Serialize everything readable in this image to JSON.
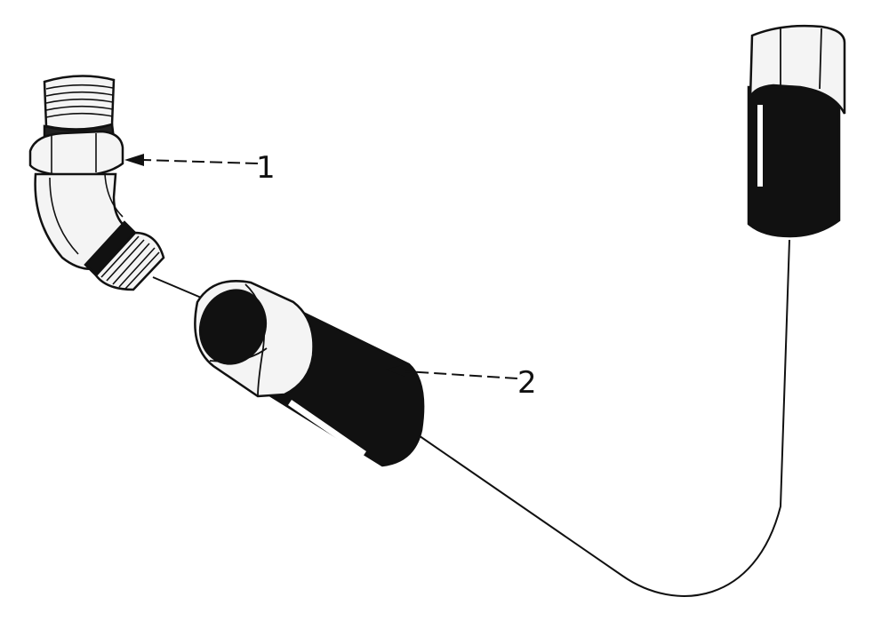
{
  "diagram": {
    "callouts": [
      {
        "id": "1",
        "label": "1",
        "part": "elbow-fitting"
      },
      {
        "id": "2",
        "label": "2",
        "part": "hose-end-fitting"
      }
    ],
    "colors": {
      "ink": "#111111",
      "paper": "#ffffff",
      "metal": "#f4f4f4"
    }
  }
}
